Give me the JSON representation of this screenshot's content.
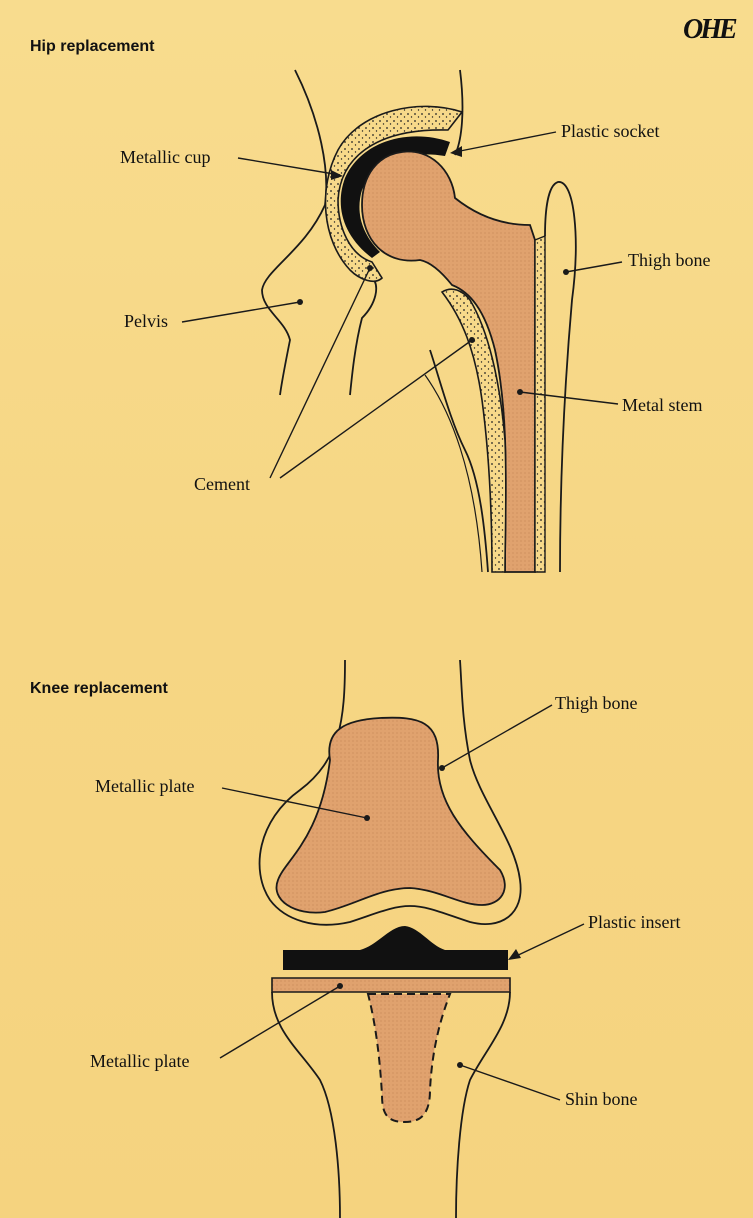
{
  "logo": "OHE",
  "hip": {
    "heading": "Hip replacement",
    "labels": {
      "metallic_cup": "Metallic cup",
      "plastic_socket": "Plastic socket",
      "thigh_bone": "Thigh bone",
      "pelvis": "Pelvis",
      "metal_stem": "Metal stem",
      "cement": "Cement"
    }
  },
  "knee": {
    "heading": "Knee replacement",
    "labels": {
      "thigh_bone": "Thigh bone",
      "metallic_plate_upper": "Metallic plate",
      "plastic_insert": "Plastic insert",
      "metallic_plate_lower": "Metallic plate",
      "shin_bone": "Shin bone"
    }
  },
  "colors": {
    "background": "#f7d98a",
    "implant": "#e0a26e",
    "plastic": "#111111",
    "outline": "#1a1a1a"
  }
}
